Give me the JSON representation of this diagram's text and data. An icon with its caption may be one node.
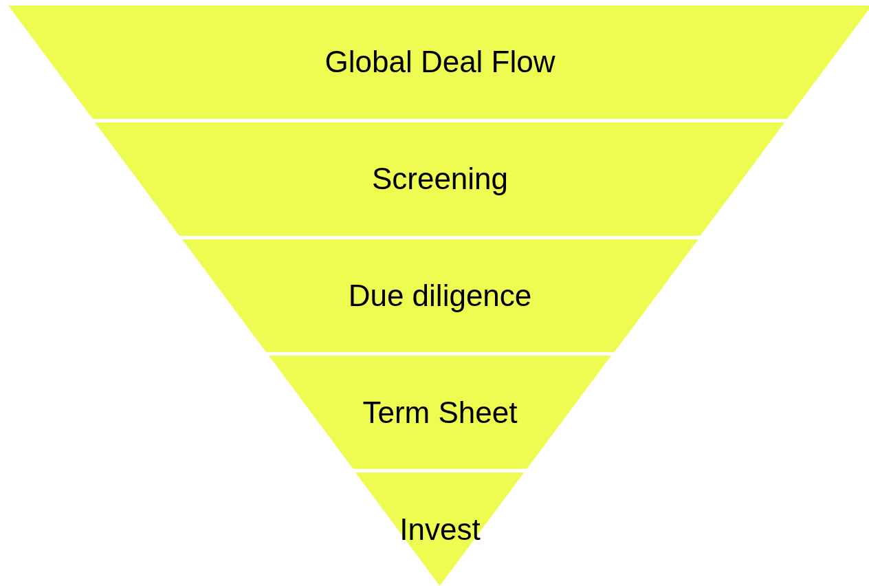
{
  "diagram": {
    "nodes": [
      {
        "text": [
          "Global Deal Flow"
        ]
      },
      {
        "text": [
          "Screening"
        ]
      },
      {
        "text": [
          "Due diligence"
        ]
      },
      {
        "text": [
          "Term Sheet"
        ]
      },
      {
        "text": [
          "Invest"
        ]
      }
    ]
  }
}
